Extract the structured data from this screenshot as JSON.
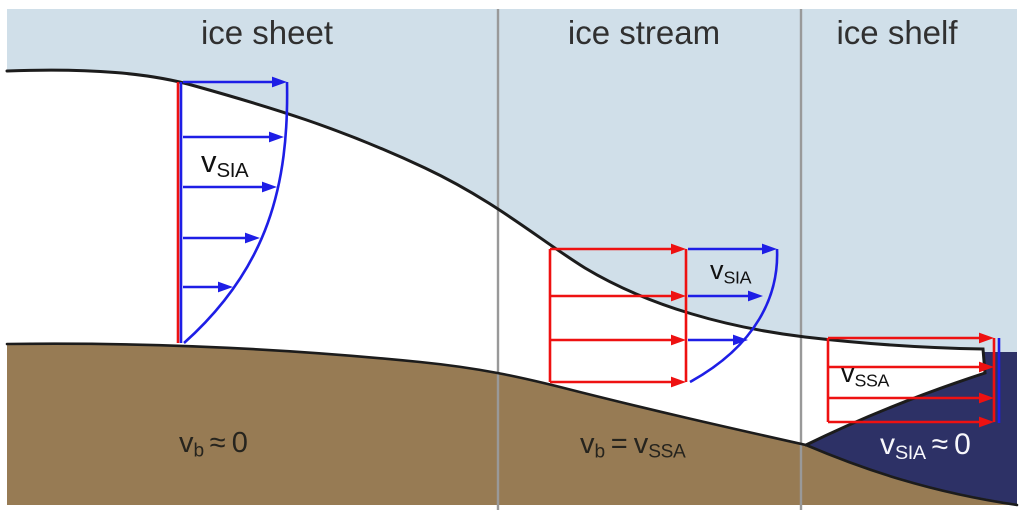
{
  "figure": {
    "description_labels": {
      "region_sheet": "ice sheet",
      "region_stream": "ice stream",
      "region_shelf": "ice shelf"
    },
    "velocity_labels": {
      "sheet_profile": {
        "base": "v",
        "sub": "SIA"
      },
      "stream_profile": {
        "base": "v",
        "sub": "SIA"
      },
      "shelf_profile": {
        "base": "v",
        "sub": "SSA"
      }
    },
    "equation_labels": {
      "sheet_basal": {
        "base": "v",
        "sub": "b",
        "operator": "≈",
        "value": "0"
      },
      "stream_basal": {
        "base": "v",
        "sub": "b",
        "operator": "=",
        "base2": "v",
        "sub2": "SSA"
      },
      "shelf_internal": {
        "base": "v",
        "sub": "SIA",
        "operator": "≈",
        "value": "0"
      }
    },
    "colors": {
      "sky": "#d0dfe9",
      "ice": "#ffffff",
      "bedrock": "#977b54",
      "ocean": "#2d3166",
      "sia_profile_blue": "#1e1ee6",
      "ssa_profile_red": "#ee1111",
      "outline_black": "#1c1c1c",
      "divider_gray": "#999999",
      "label_dark": "#303030",
      "label_white": "#f7f7fb"
    }
  }
}
